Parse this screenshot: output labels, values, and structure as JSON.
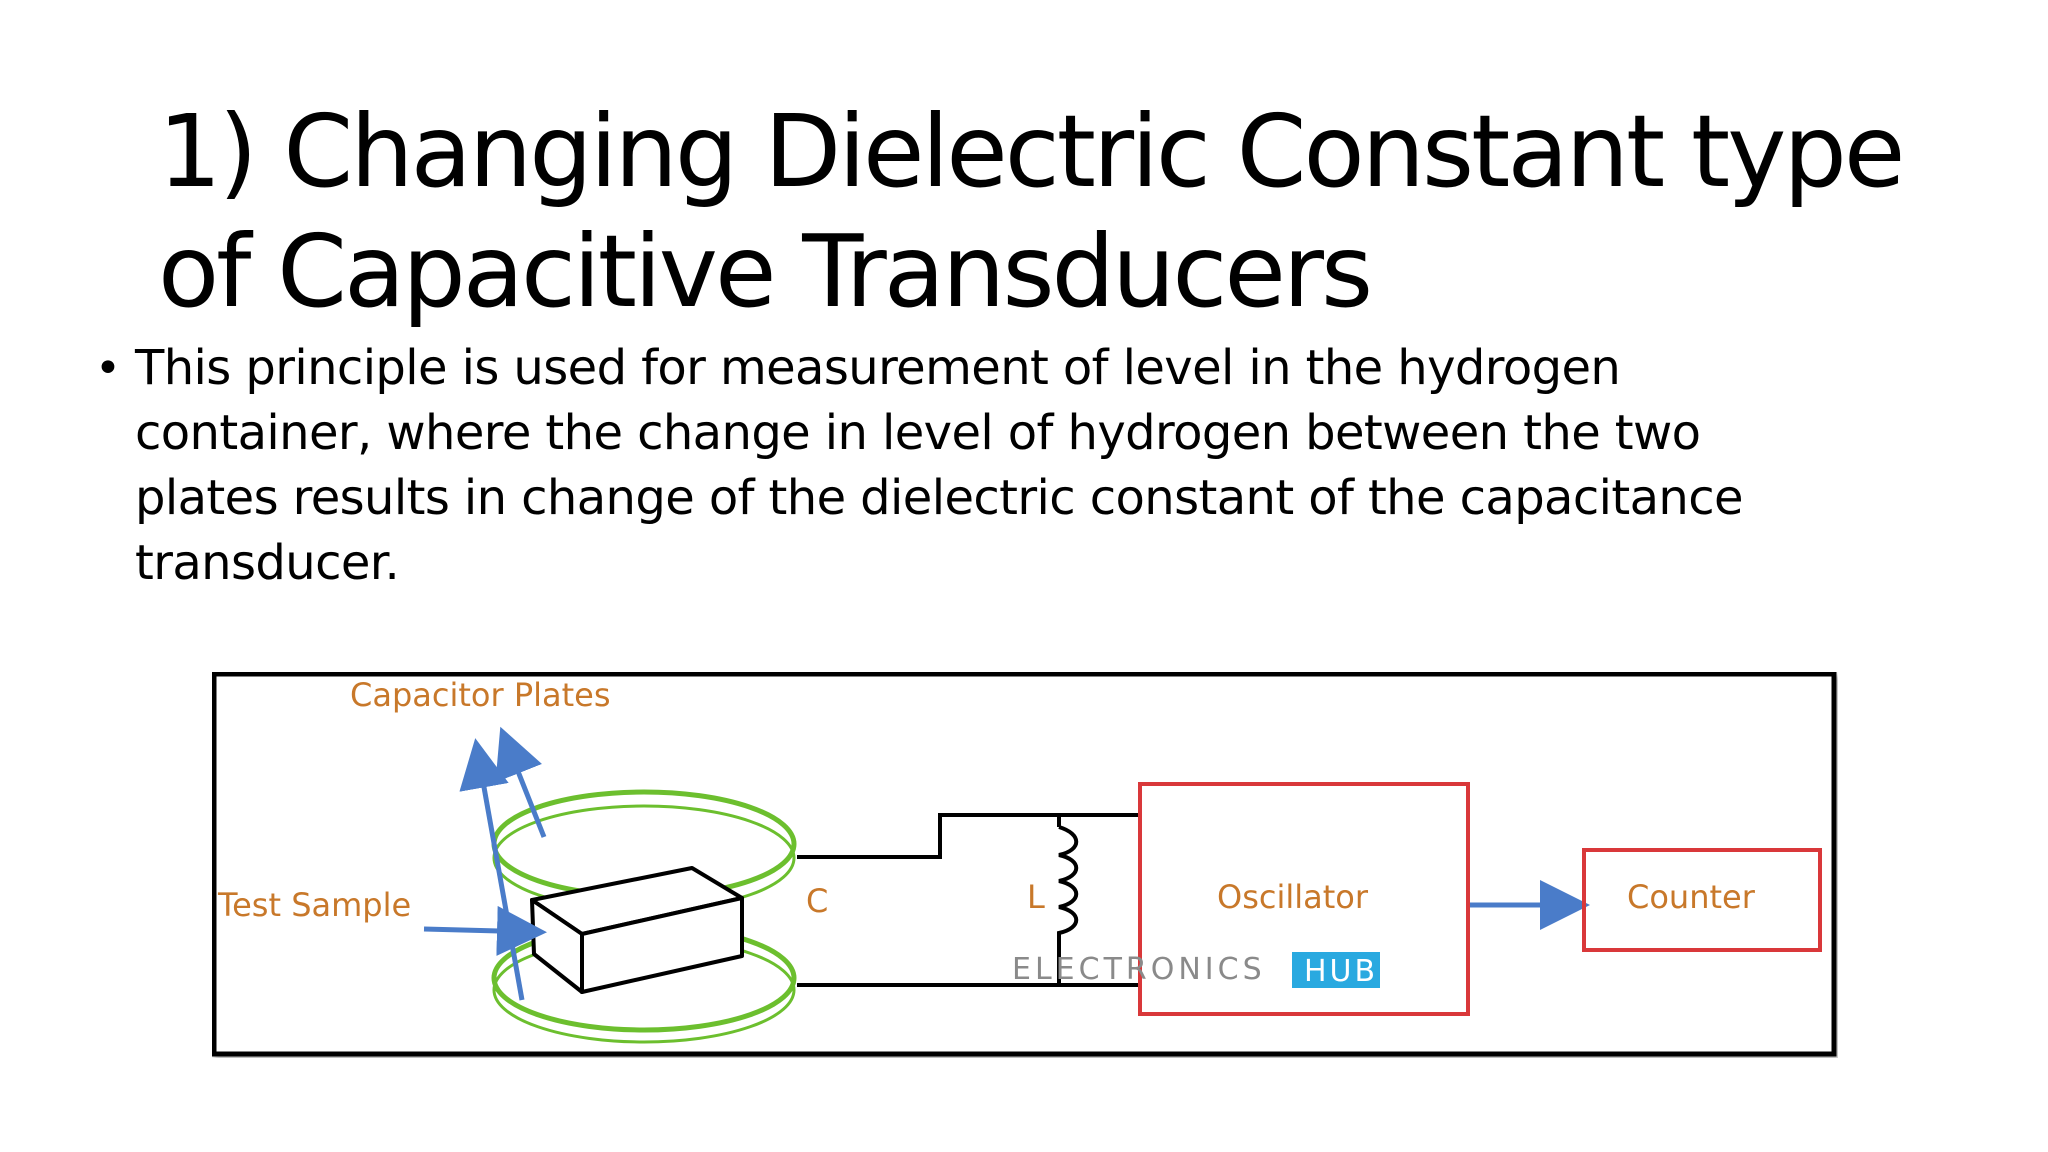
{
  "slide": {
    "title_lines": [
      "1) Changing Dielectric Constant type",
      "of Capacitive Transducers"
    ],
    "bullet": {
      "symbol": "•",
      "lines": [
        "This principle is used for measurement of level in the hydrogen",
        "container, where the change in level of hydrogen between the two",
        "plates results in change of the dielectric constant of the capacitance",
        "transducer."
      ]
    }
  },
  "diagram": {
    "labels": {
      "capacitor_plates": "Capacitor Plates",
      "test_sample": "Test Sample",
      "capacitor": "C",
      "inductor": "L",
      "oscillator": "Oscillator",
      "counter": "Counter"
    },
    "watermark": {
      "left": "ELECTRONICS",
      "right": "HUB"
    },
    "colors": {
      "label_text": "#c8782a",
      "plate_stroke": "#6cbf2e",
      "arrow": "#4a7cc9",
      "box_stroke": "#d9383a",
      "frame": "#000000",
      "hub_badge": "#29a9e0"
    },
    "icons": [
      "capacitor-plates-icon",
      "test-sample-icon",
      "inductor-coil-icon"
    ]
  }
}
